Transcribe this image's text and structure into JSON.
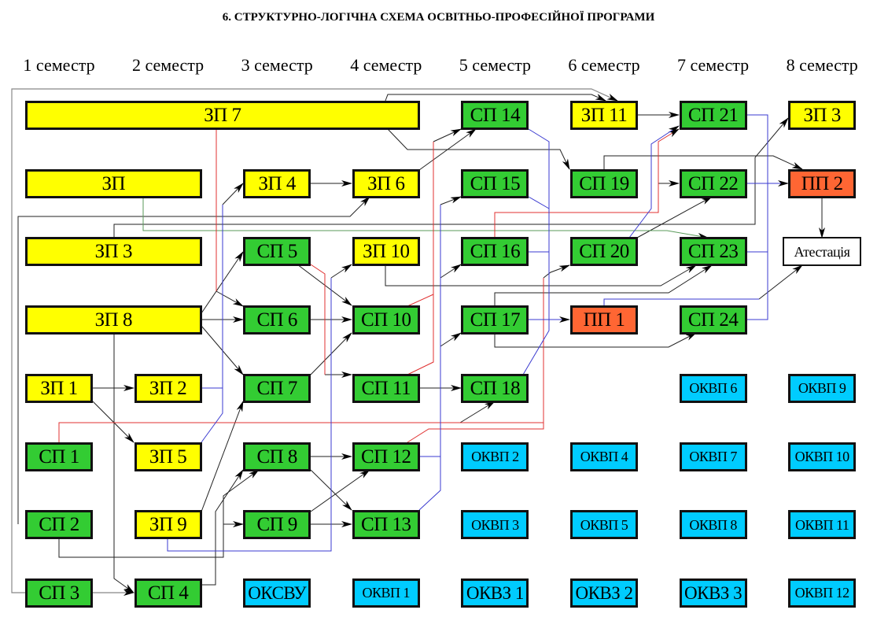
{
  "title": "6. СТРУКТУРНО-ЛОГІЧНА СХЕМА ОСВІТНЬО-ПРОФЕСІЙНОЇ ПРОГРАМИ",
  "semesters": [
    "1 семестр",
    "2 семестр",
    "3 семестр",
    "4 семестр",
    "5 семестр",
    "6 семестр",
    "7 семестр",
    "8 семестр"
  ],
  "colors": {
    "general": "#ffff00",
    "special": "#33cc33",
    "practice": "#ff6633",
    "elective": "#00ccff",
    "final": "#ffffff"
  },
  "nodes": {
    "zp7": {
      "label": "ЗП 7",
      "type": "general"
    },
    "sp14": {
      "label": "СП 14",
      "type": "special"
    },
    "zp11": {
      "label": "ЗП 11",
      "type": "general"
    },
    "sp21": {
      "label": "СП 21",
      "type": "special"
    },
    "zp3b": {
      "label": "ЗП 3",
      "type": "general"
    },
    "zp": {
      "label": "ЗП",
      "type": "general"
    },
    "zp4": {
      "label": "ЗП 4",
      "type": "general"
    },
    "zp6": {
      "label": "ЗП 6",
      "type": "general"
    },
    "sp15": {
      "label": "СП 15",
      "type": "special"
    },
    "sp19": {
      "label": "СП 19",
      "type": "special"
    },
    "sp22": {
      "label": "СП 22",
      "type": "special"
    },
    "pp2": {
      "label": "ПП 2",
      "type": "practice"
    },
    "zp3": {
      "label": "ЗП 3",
      "type": "general"
    },
    "sp5": {
      "label": "СП 5",
      "type": "special"
    },
    "zp10": {
      "label": "ЗП 10",
      "type": "general"
    },
    "sp16": {
      "label": "СП 16",
      "type": "special"
    },
    "sp20": {
      "label": "СП 20",
      "type": "special"
    },
    "sp23": {
      "label": "СП 23",
      "type": "special"
    },
    "atest": {
      "label": "Атестація",
      "type": "final"
    },
    "zp8": {
      "label": "ЗП 8",
      "type": "general"
    },
    "sp6": {
      "label": "СП 6",
      "type": "special"
    },
    "sp10": {
      "label": "СП 10",
      "type": "special"
    },
    "sp17": {
      "label": "СП 17",
      "type": "special"
    },
    "pp1": {
      "label": "ПП 1",
      "type": "practice"
    },
    "sp24": {
      "label": "СП 24",
      "type": "special"
    },
    "zp1": {
      "label": "ЗП 1",
      "type": "general"
    },
    "zp2": {
      "label": "ЗП 2",
      "type": "general"
    },
    "sp7": {
      "label": "СП 7",
      "type": "special"
    },
    "sp11": {
      "label": "СП 11",
      "type": "special"
    },
    "sp18": {
      "label": "СП 18",
      "type": "special"
    },
    "okvp6": {
      "label": "ОКВП 6",
      "type": "elective"
    },
    "okvp9": {
      "label": "ОКВП 9",
      "type": "elective"
    },
    "sp1": {
      "label": "СП 1",
      "type": "special"
    },
    "zp5": {
      "label": "ЗП 5",
      "type": "general"
    },
    "sp8": {
      "label": "СП 8",
      "type": "special"
    },
    "sp12": {
      "label": "СП 12",
      "type": "special"
    },
    "okvp2": {
      "label": "ОКВП 2",
      "type": "elective"
    },
    "okvp4": {
      "label": "ОКВП 4",
      "type": "elective"
    },
    "okvp7": {
      "label": "ОКВП 7",
      "type": "elective"
    },
    "okvp10": {
      "label": "ОКВП 10",
      "type": "elective"
    },
    "sp2": {
      "label": "СП 2",
      "type": "special"
    },
    "zp9": {
      "label": "ЗП 9",
      "type": "general"
    },
    "sp9": {
      "label": "СП 9",
      "type": "special"
    },
    "sp13": {
      "label": "СП 13",
      "type": "special"
    },
    "okvp3": {
      "label": "ОКВП 3",
      "type": "elective"
    },
    "okvp5": {
      "label": "ОКВП 5",
      "type": "elective"
    },
    "okvp8": {
      "label": "ОКВП 8",
      "type": "elective"
    },
    "okvp11": {
      "label": "ОКВП 11",
      "type": "elective"
    },
    "sp3": {
      "label": "СП 3",
      "type": "special"
    },
    "sp4": {
      "label": "СП 4",
      "type": "special"
    },
    "oksvu": {
      "label": "ОКСВУ",
      "type": "elective-large"
    },
    "okvp1": {
      "label": "ОКВП 1",
      "type": "elective"
    },
    "okvz1": {
      "label": "ОКВЗ 1",
      "type": "elective-large"
    },
    "okvz2": {
      "label": "ОКВЗ 2",
      "type": "elective-large"
    },
    "okvz3": {
      "label": "ОКВЗ 3",
      "type": "elective-large"
    },
    "okvp12": {
      "label": "ОКВП 12",
      "type": "elective"
    }
  }
}
